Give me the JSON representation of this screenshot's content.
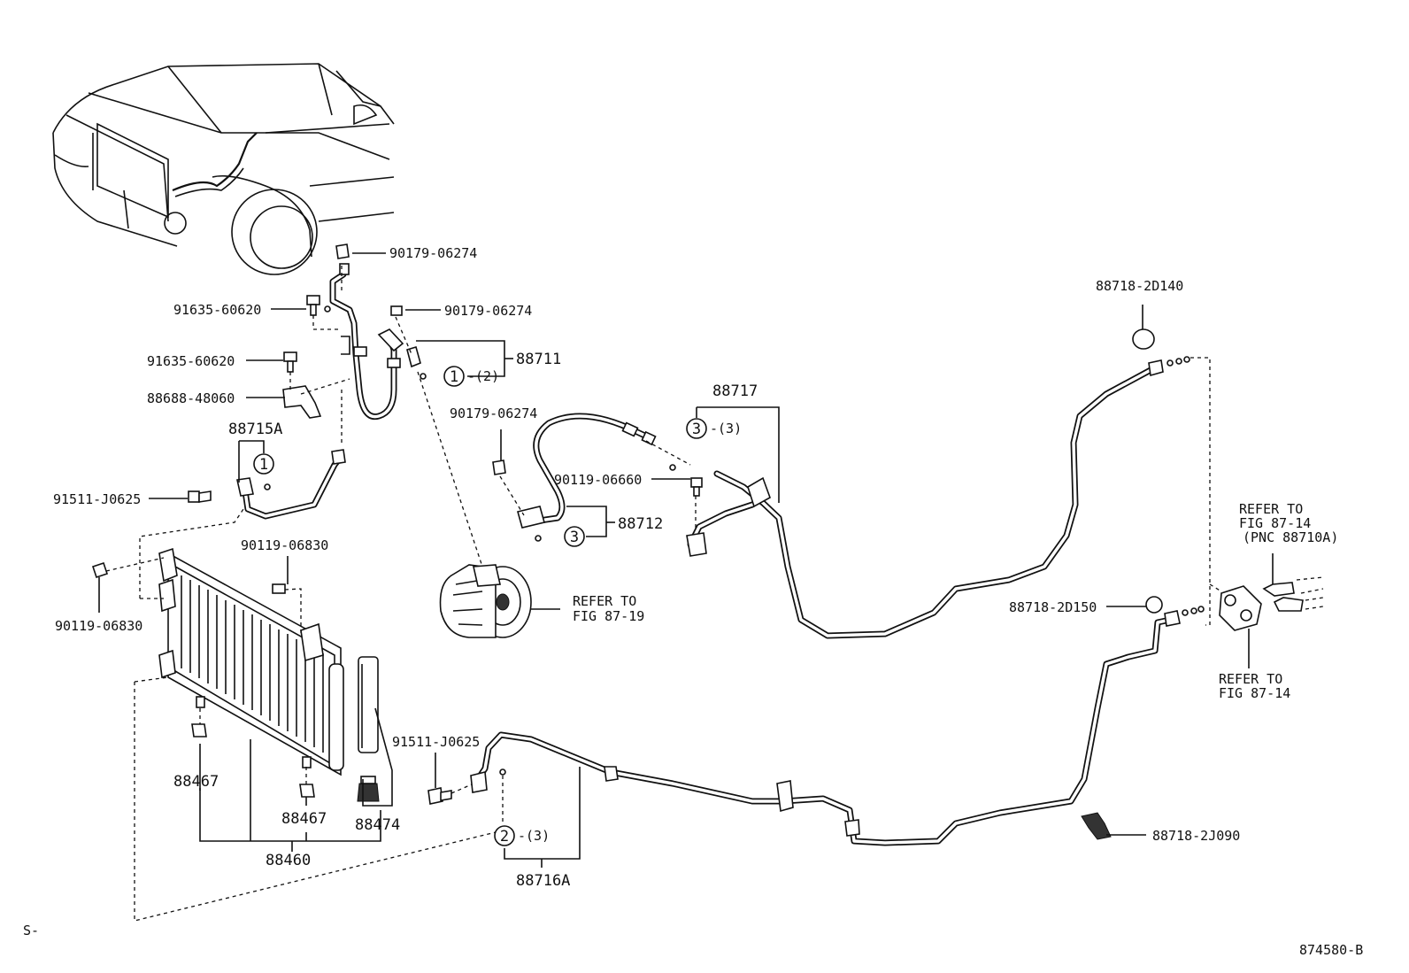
{
  "diagram": {
    "parts": {
      "bolt_top": "90179-06274",
      "bolt_91635_a": "91635-60620",
      "bolt_90179_b": "90179-06274",
      "bolt_91635_b": "91635-60620",
      "clamp_88688": "88688-48060",
      "hose_88711": "88711",
      "hose_88715A": "88715A",
      "bolt_91511_a": "91511-J0625",
      "nut_90179_c": "90179-06274",
      "tube_88717": "88717",
      "bolt_90119_06660": "90119-06660",
      "hose_88712": "88712",
      "bolt_90119_06830_a": "90119-06830",
      "bolt_90119_06830_b": "90119-06830",
      "cushion_88467_a": "88467",
      "cushion_88467_b": "88467",
      "plug_88474": "88474",
      "condenser_88460": "88460",
      "bolt_91511_b": "91511-J0625",
      "tube_88716A": "88716A",
      "cap_88718_2D140": "88718-2D140",
      "cap_88718_2D150": "88718-2D150",
      "clamp_88718_2J090": "88718-2J090"
    },
    "callouts": {
      "c1_num": "1",
      "c1_qty": "-(2)",
      "c1b_num": "1",
      "c2_num": "2",
      "c2_qty": "-(3)",
      "c3_num": "3",
      "c3_qty": "-(3)",
      "c3b_num": "3"
    },
    "refs": {
      "compressor_1": "REFER TO",
      "compressor_2": "FIG 87-19",
      "valve_1": "REFER TO",
      "valve_2": "FIG 87-14",
      "valve_3": "(PNC 88710A)",
      "unit_1": "REFER TO",
      "unit_2": "FIG 87-14"
    },
    "corner_left": "S-",
    "figure_id": "874580-B"
  }
}
